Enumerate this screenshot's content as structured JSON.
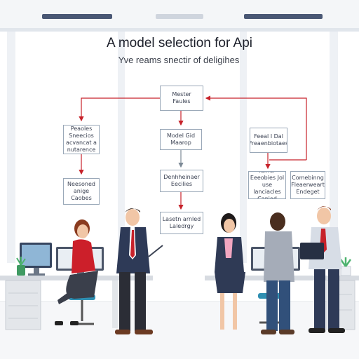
{
  "diagram": {
    "title": "A model selection for Api",
    "subtitle": "Yve reams snectir of deligihes",
    "nodes": {
      "top": "Mester\nFaules",
      "left_1": "Peaoles\nSneecios\nacvancat a\nnutarence",
      "left_2": "Neesoned\nanige\nCaobes",
      "center_1": "Model Gid\nMaarop",
      "center_2": "Denhheinaer\nEecilies",
      "center_3": "Lasetn arnled\nLaledrgy",
      "right_1": "Feeal I Dal\nFreaenbiotaes",
      "right_2a": "Idiffer\nEeeobies Jol\nuse lanciacles\nCanied",
      "right_2b": "Comebinng\nFleaerweart\nEndeget"
    },
    "colors": {
      "arrow_red": "#c7222a",
      "arrow_gray": "#7d8a96",
      "node_border": "#9aa8b8",
      "accent_navy": "#2e3a57"
    }
  }
}
